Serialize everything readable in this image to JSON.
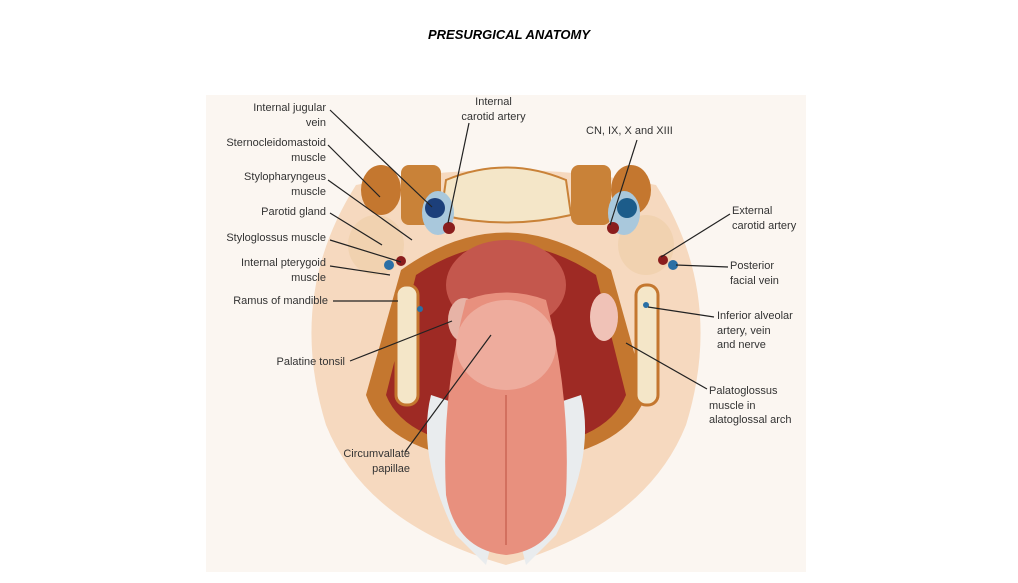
{
  "slide": {
    "title": "PRESURGICAL ANATOMY"
  },
  "figure": {
    "labels": {
      "internal_jugular_vein": "Internal jugular\nvein",
      "sternocleidomastoid": "Sternocleidomastoid\nmuscle",
      "stylopharyngeus": "Stylopharyngeus\nmuscle",
      "parotid_gland": "Parotid gland",
      "styloglossus": "Styloglossus muscle",
      "internal_pterygoid": "Internal pterygoid\nmuscle",
      "ramus_of_mandible": "Ramus of mandible",
      "palatine_tonsil": "Palatine tonsil",
      "circumvallate_papillae": "Circumvallate\npapillae",
      "internal_carotid_artery": "Internal\ncarotid artery",
      "cranial_nerves": "CN, IX, X and XIII",
      "external_carotid_artery": "External\ncarotid artery",
      "posterior_facial_vein": "Posterior\nfacial vein",
      "inferior_alveolar": "Inferior alveolar\nartery, vein\nand nerve",
      "palatoglossus": "Palatoglossus\nmuscle in\nalatoglossal arch"
    },
    "colors": {
      "skin": "#f6d9bf",
      "muscle": "#c4772f",
      "cavity": "#9e2a24",
      "tongue": "#e8907e",
      "teeth": "#e9ecee",
      "vein": "#1c3f7a",
      "artery": "#8a1d1d",
      "bone": "#f4e6c8"
    }
  }
}
